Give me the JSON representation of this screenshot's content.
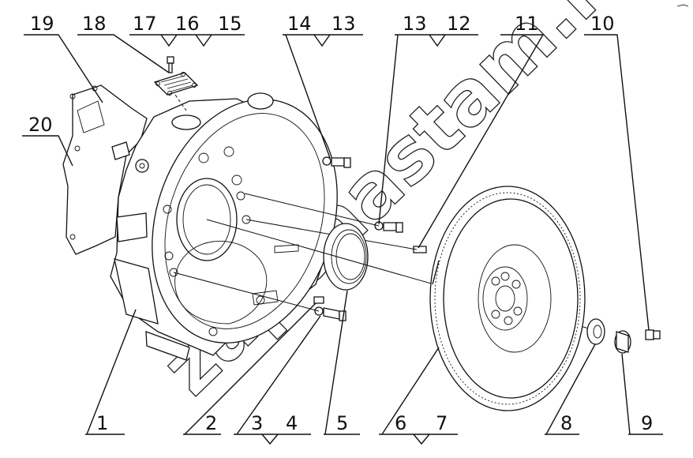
{
  "watermark": "zapchastam.ru",
  "callouts": {
    "c1": "1",
    "c2": "2",
    "c3": "3",
    "c4": "4",
    "c5": "5",
    "c6": "6",
    "c7": "7",
    "c8": "8",
    "c9": "9",
    "c10": "10",
    "c11": "11",
    "c12": "12",
    "c13a": "13",
    "c13b": "13",
    "c14": "14",
    "c15": "15",
    "c16": "16",
    "c17": "17",
    "c18": "18",
    "c19": "19",
    "c20": "20"
  }
}
